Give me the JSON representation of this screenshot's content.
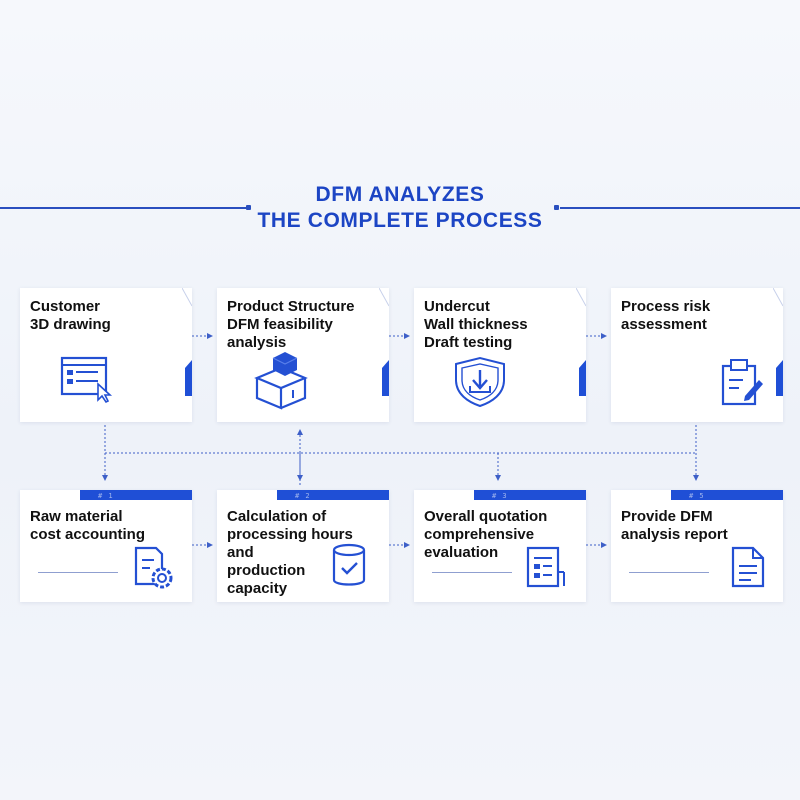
{
  "title": {
    "line1": "DFM ANALYZES",
    "line2": "THE COMPLETE PROCESS"
  },
  "colors": {
    "accent": "#1f4fd6",
    "title": "#1c45c4",
    "connector": "#3d5fc8"
  },
  "top_steps": [
    {
      "label": "Customer\n3D drawing",
      "icon": "drawing-window-icon"
    },
    {
      "label": "Product Structure\nDFM feasibility\nanalysis",
      "icon": "box-structure-icon"
    },
    {
      "label": "Undercut\nWall thickness\nDraft testing",
      "icon": "shield-download-icon"
    },
    {
      "label": "Process risk\nassessment",
      "icon": "clipboard-edit-icon"
    }
  ],
  "bottom_steps": [
    {
      "label": "Raw material\ncost accounting",
      "tag": "# 1",
      "icon": "document-gear-icon"
    },
    {
      "label": "Calculation of\nprocessing hours\nand\nproduction\ncapacity",
      "tag": "# 2",
      "icon": "cylinder-check-icon"
    },
    {
      "label": "Overall quotation\ncomprehensive\nevaluation",
      "tag": "# 3",
      "icon": "form-sheet-icon"
    },
    {
      "label": "Provide DFM\nanalysis report",
      "tag": "# 5",
      "icon": "report-document-icon"
    }
  ]
}
